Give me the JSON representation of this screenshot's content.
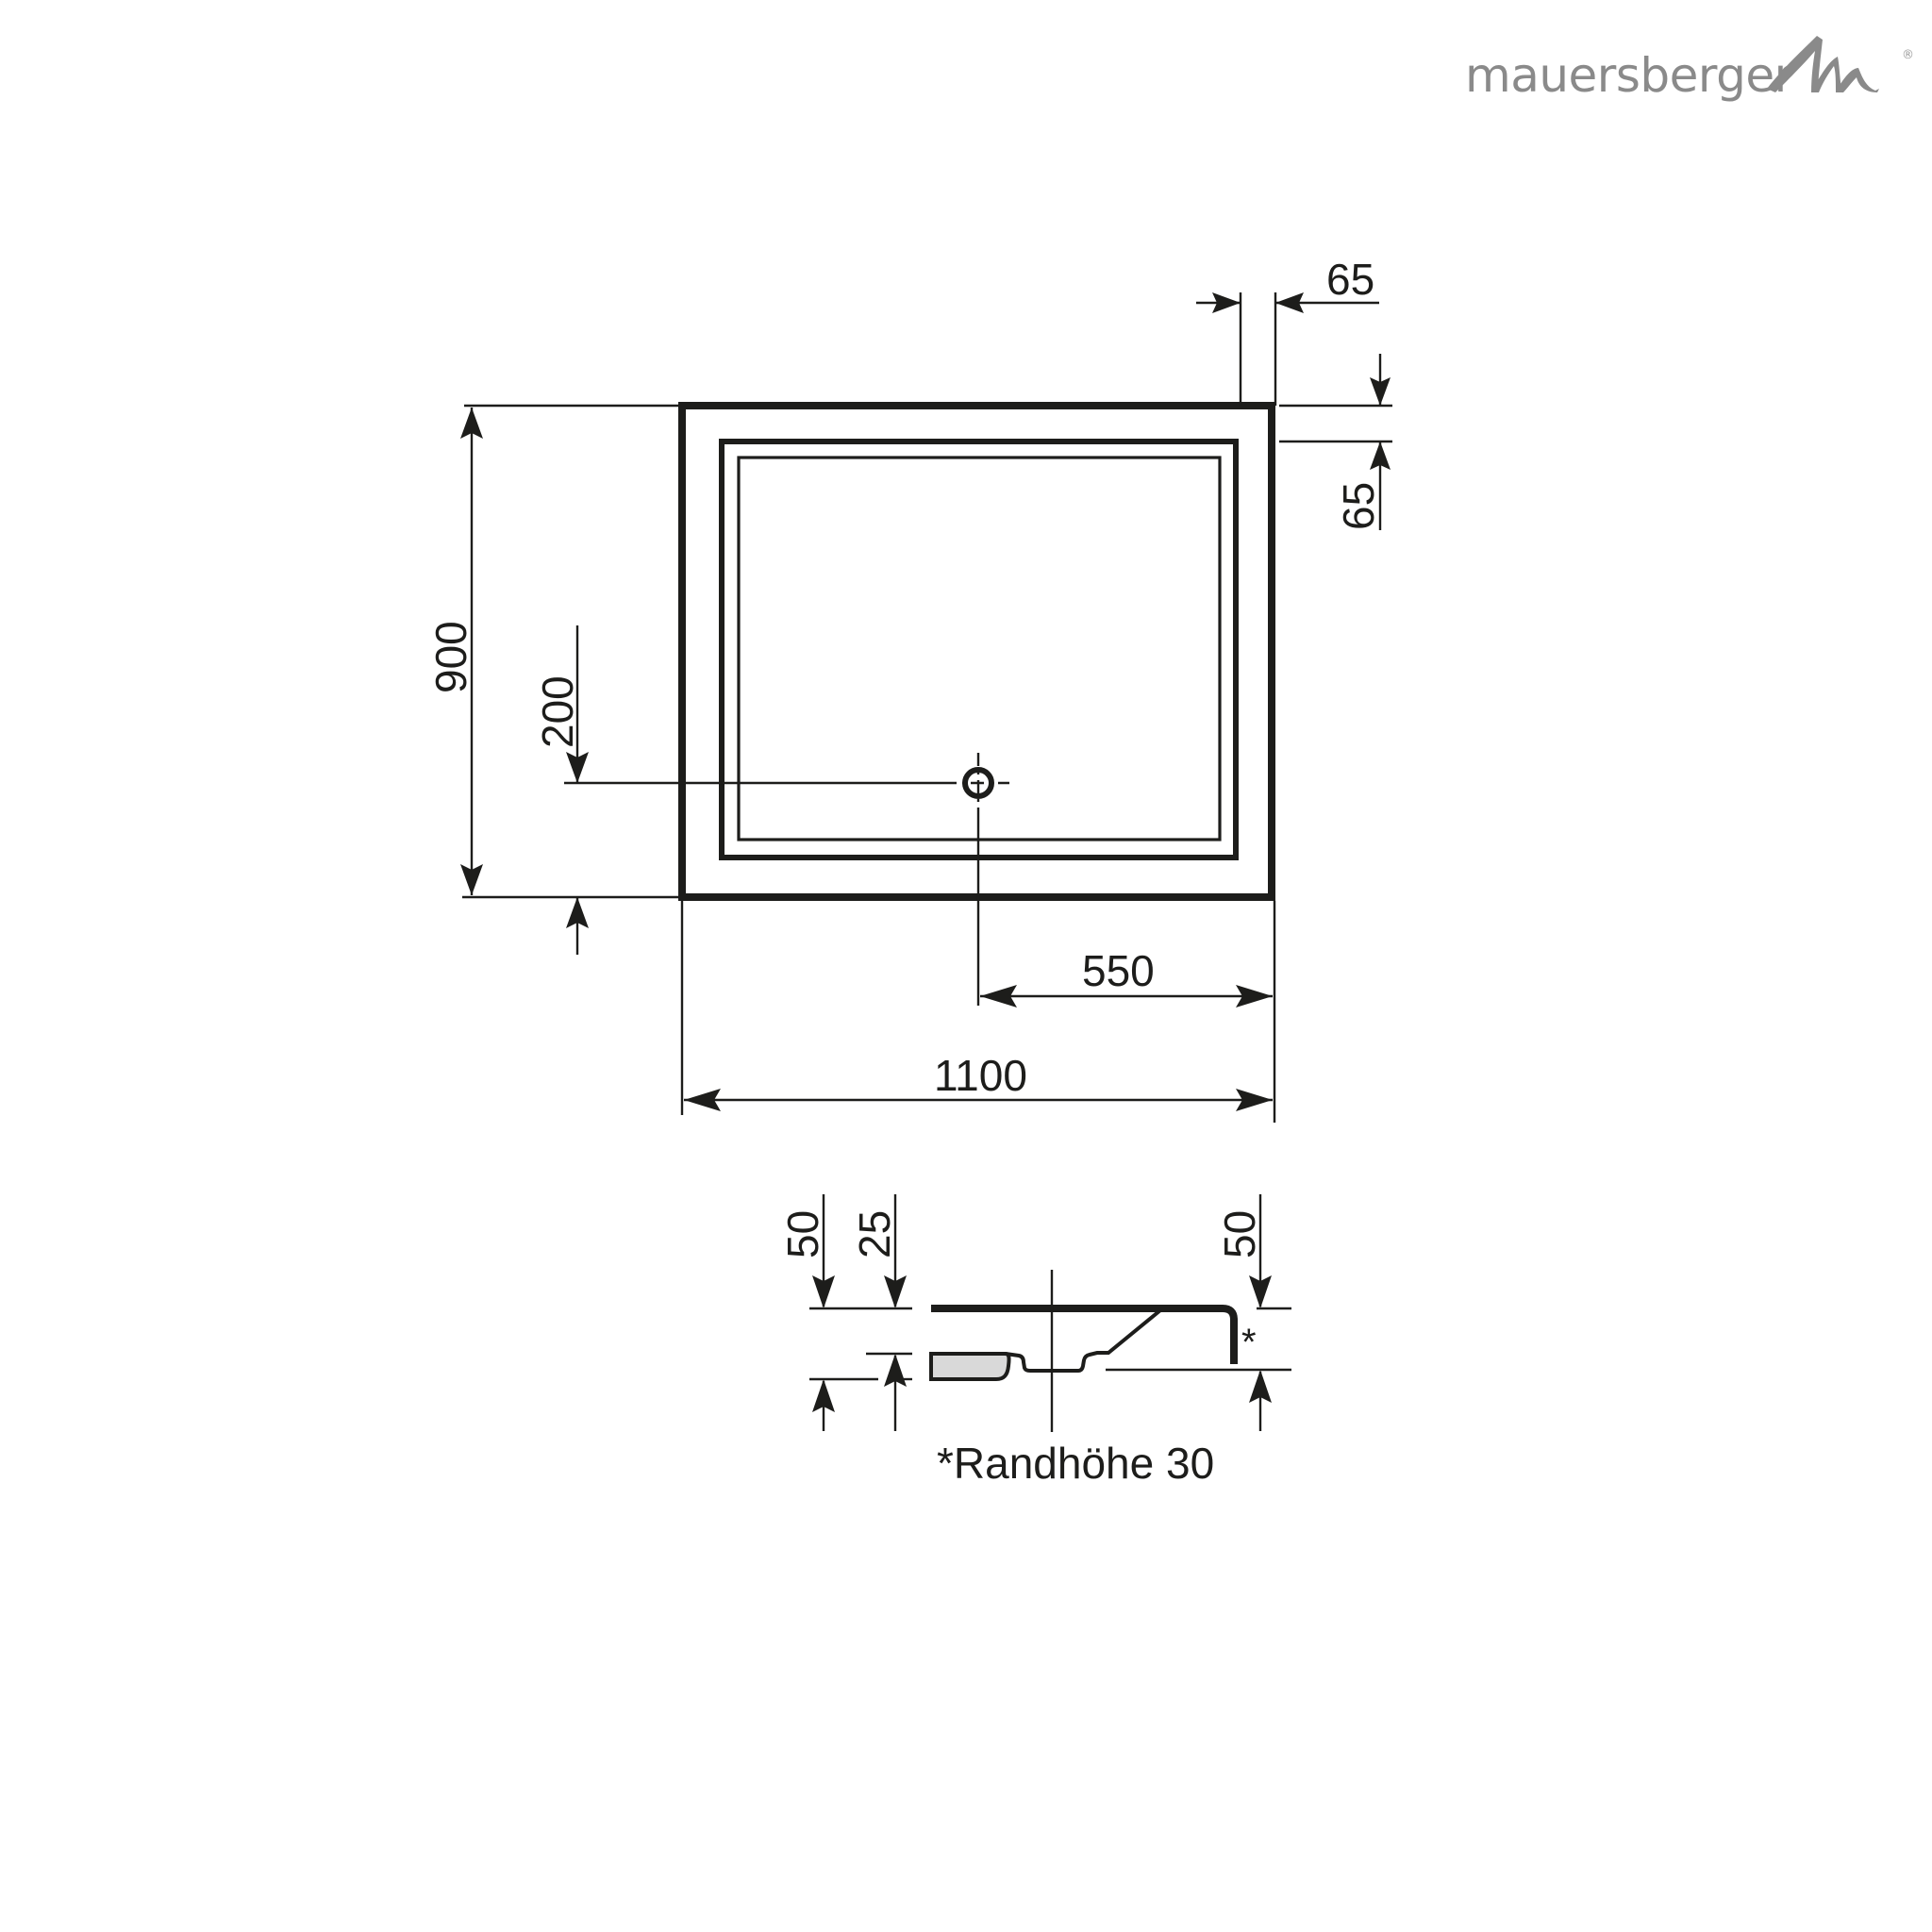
{
  "brand": {
    "name": "mauersberger",
    "registered_mark": "®",
    "color": "#8a8a8a"
  },
  "plan_view": {
    "width_label": "1100",
    "depth_label": "900",
    "rim_top_label": "65",
    "rim_side_label": "65",
    "drain_offset_x_label": "550",
    "drain_offset_y_label": "200"
  },
  "section_view": {
    "left_height_label": "50",
    "foot_height_label": "25",
    "right_height_label": "50",
    "rim_marker": "*",
    "footnote": "*Randhöhe 30"
  },
  "colors": {
    "line": "#1d1d1b",
    "foot_fill": "#d9d9d9",
    "logo": "#8a8a8a"
  }
}
